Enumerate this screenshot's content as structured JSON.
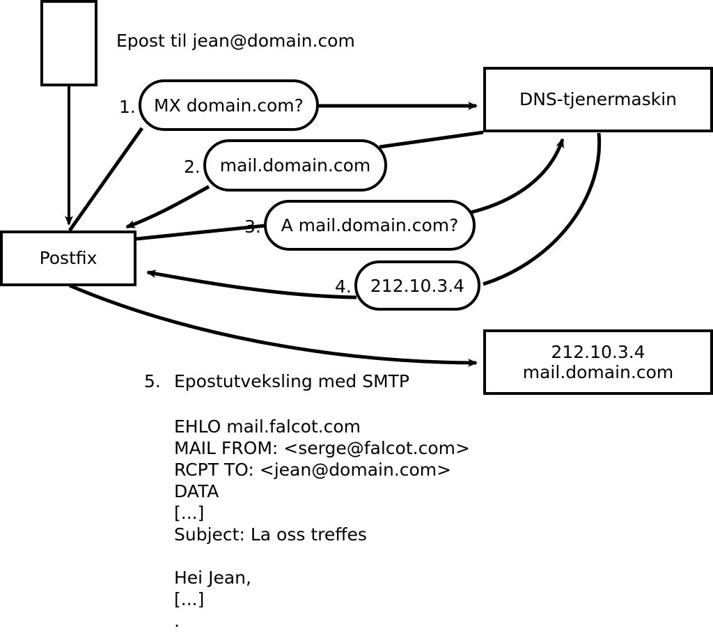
{
  "diagram": {
    "title_text": "Epost til jean@domain.com",
    "nodes": {
      "client": {
        "label": ""
      },
      "postfix": {
        "label": "Postfix"
      },
      "dns_server": {
        "label": "DNS-tjenermaskin"
      },
      "mail_server": {
        "line1": "212.10.3.4",
        "line2": "mail.domain.com"
      }
    },
    "steps": [
      {
        "num": "1.",
        "bubble": "MX domain.com?"
      },
      {
        "num": "2.",
        "bubble": "mail.domain.com"
      },
      {
        "num": "3.",
        "bubble": "A mail.domain.com?"
      },
      {
        "num": "4.",
        "bubble": "212.10.3.4"
      }
    ],
    "step5": {
      "num": "5.",
      "label": "Epostutveksling med SMTP",
      "transcript": "EHLO mail.falcot.com\nMAIL FROM: <serge@falcot.com>\nRCPT TO: <jean@domain.com>\nDATA\n[...]\nSubject: La oss treffes\n\nHei Jean,\n[...]\n."
    },
    "colors": {
      "stroke": "#000000",
      "fill": "#ffffff",
      "text": "#000000"
    }
  }
}
